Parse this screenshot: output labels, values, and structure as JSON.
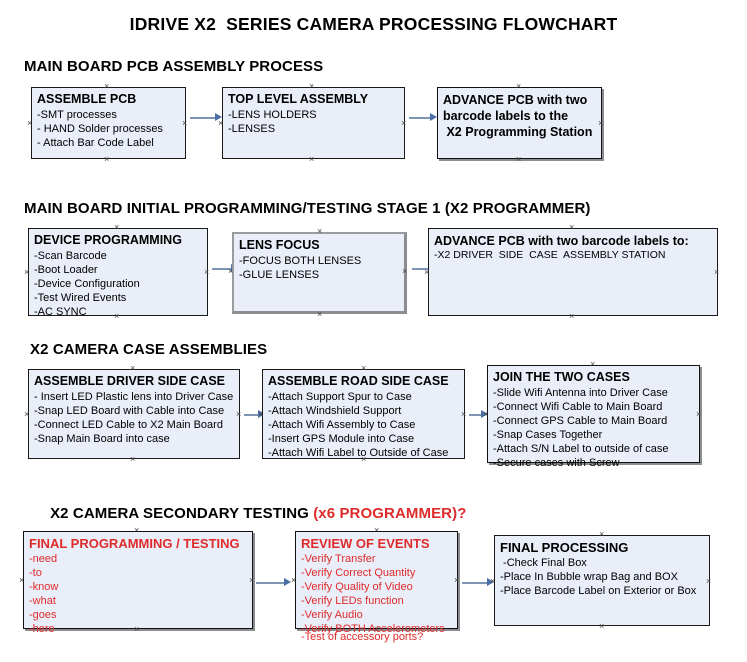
{
  "document": {
    "title": "IDRIVE X2  SERIES CAMERA PROCESSING FLOWCHART"
  },
  "colors": {
    "box_fill": "#e9eef8",
    "box_border": "#1a1a1a",
    "connector": "#7d94b5",
    "arrow": "#4a6fa5",
    "red_text": "#e02b2b",
    "black_text": "#000000",
    "background": "#ffffff"
  },
  "sections": [
    {
      "id": "main-board-pcb-assembly",
      "heading": "MAIN BOARD PCB ASSEMBLY PROCESS",
      "heading_suffix": "",
      "boxes": [
        {
          "id": "assemble-pcb",
          "title": "ASSEMBLE PCB",
          "lines": [
            "-SMT processes",
            "- HAND Solder processes",
            "- Attach Bar Code Label"
          ]
        },
        {
          "id": "top-level-assembly",
          "title": "TOP LEVEL ASSEMBLY",
          "lines": [
            "-LENS HOLDERS",
            "-LENSES"
          ]
        },
        {
          "id": "advance-pcb-programming-station",
          "title": "ADVANCE PCB with two",
          "lines": [
            "barcode labels to the",
            " X2 Programming Station"
          ]
        }
      ]
    },
    {
      "id": "main-board-initial-programming",
      "heading": "MAIN BOARD INITIAL PROGRAMMING/TESTING STAGE 1 (X2 PROGRAMMER)",
      "heading_suffix": "",
      "boxes": [
        {
          "id": "device-programming",
          "title": "DEVICE PROGRAMMING",
          "lines": [
            "-Scan Barcode",
            "-Boot Loader",
            "-Device Configuration",
            "-Test Wired Events",
            "-AC SYNC"
          ]
        },
        {
          "id": "lens-focus",
          "title": "LENS FOCUS",
          "lines": [
            "-FOCUS BOTH LENSES",
            "-GLUE LENSES"
          ]
        },
        {
          "id": "advance-pcb-driver-side-station",
          "title": "ADVANCE PCB with two barcode labels to:",
          "lines": [
            "-X2 DRIVER  SIDE  CASE  ASSEMBLY STATION"
          ]
        }
      ]
    },
    {
      "id": "x2-camera-case-assemblies",
      "heading": "X2 CAMERA CASE ASSEMBLIES",
      "heading_suffix": "",
      "boxes": [
        {
          "id": "assemble-driver-side-case",
          "title": "ASSEMBLE DRIVER SIDE CASE",
          "lines": [
            "- Insert LED Plastic lens into Driver Case",
            "-Snap LED Board with Cable into Case",
            "-Connect LED Cable to X2 Main Board",
            "-Snap Main Board into case"
          ]
        },
        {
          "id": "assemble-road-side-case",
          "title": "ASSEMBLE ROAD SIDE CASE",
          "lines": [
            "-Attach Support Spur to Case",
            "-Attach Windshield Support",
            "-Attach Wifi Assembly to Case",
            "-Insert GPS Module into Case",
            "-Attach Wifi Label to Outside of Case"
          ]
        },
        {
          "id": "join-the-two-cases",
          "title": "JOIN THE TWO CASES",
          "lines": [
            "-Slide Wifi Antenna into Driver Case",
            "-Connect Wifi Cable to Main Board",
            "-Connect GPS Cable to Main Board",
            "-Snap Cases Together",
            "-Attach S/N Label to outside of case",
            "-Secure cases with Screw"
          ]
        }
      ]
    },
    {
      "id": "x2-camera-secondary-testing",
      "heading": "X2 CAMERA SECONDARY TESTING ",
      "heading_suffix": "(x6 PROGRAMMER)?",
      "boxes": [
        {
          "id": "final-programming-testing",
          "title": "FINAL PROGRAMMING / TESTING",
          "lines": [
            "-need",
            "-to",
            "-know",
            "-what",
            "-goes",
            "-here"
          ]
        },
        {
          "id": "review-of-events",
          "title": "REVIEW OF EVENTS",
          "lines": [
            "-Verify Transfer",
            "-Verify Correct Quantity",
            "-Verify Quality of Video",
            "-Verify LEDs function",
            "-Verify Audio",
            "-Verify BOTH Accelerometers"
          ],
          "overflow_line": "-Test of accessory ports?"
        },
        {
          "id": "final-processing",
          "title": "FINAL PROCESSING",
          "lines": [
            " -Check Final Box",
            "-Place In Bubble wrap Bag and BOX",
            "-Place Barcode Label on Exterior or Box"
          ]
        }
      ]
    }
  ],
  "connectors": [
    {
      "id": "conn-assemble-pcb-to-top-level"
    },
    {
      "id": "conn-top-level-to-advance-pcb"
    },
    {
      "id": "conn-device-programming-to-lens-focus"
    },
    {
      "id": "conn-lens-focus-to-advance-pcb"
    },
    {
      "id": "conn-driver-case-to-road-case"
    },
    {
      "id": "conn-road-case-to-join-cases"
    },
    {
      "id": "conn-final-programming-to-review"
    },
    {
      "id": "conn-review-to-final-processing"
    }
  ],
  "handle_glyph": "×"
}
